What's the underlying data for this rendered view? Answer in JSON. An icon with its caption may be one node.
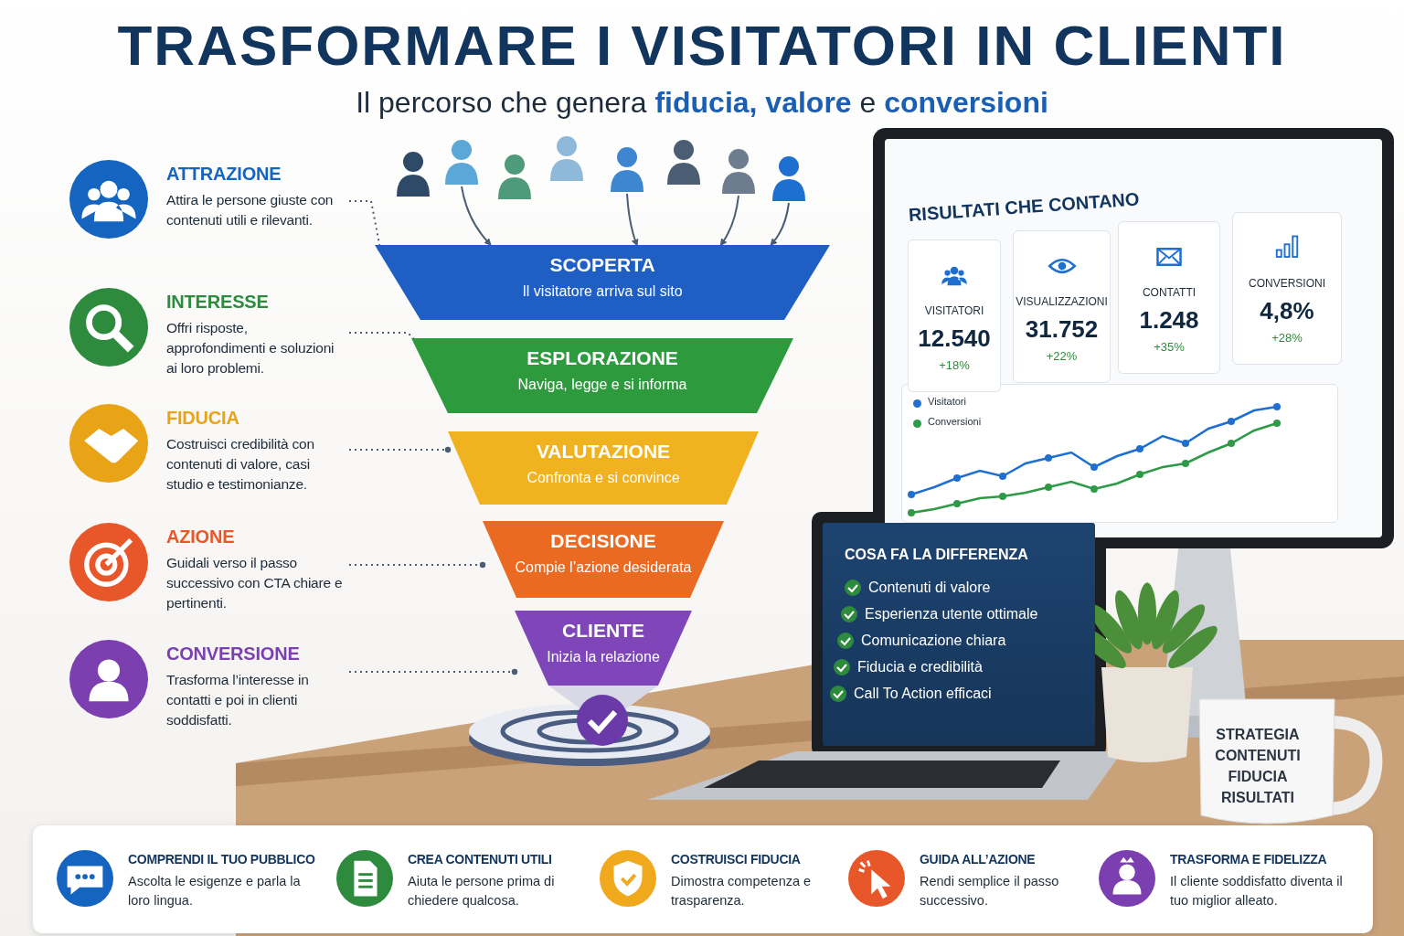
{
  "diagram": {
    "title": "TRASFORMARE I VISITATORI IN CLIENTI",
    "nodes": [
      {
        "text": [
          "ATTRAZIONE",
          "Attira le persone giuste con contenuti utili e rilevanti."
        ]
      },
      {
        "text": [
          "INTERESSE",
          "Offri risposte, approfondimenti e soluzioni ai loro problemi."
        ]
      },
      {
        "text": [
          "FIDUCIA",
          "Costruisci credibilità con contenuti di valore, casi studio e testimonianze."
        ]
      },
      {
        "text": [
          "AZIONE",
          "Guidali verso il passo successivo con CTA chiare e pertinenti."
        ]
      },
      {
        "text": [
          "CONVERSIONE",
          "Trasforma l’interesse in contatti e poi in clienti soddisfatti."
        ]
      },
      {
        "text": [
          "SCOPERTA",
          "Il visitatore arriva sul sito"
        ]
      },
      {
        "text": [
          "ESPLORAZIONE",
          "Naviga, legge e si informa"
        ]
      },
      {
        "text": [
          "VALUTAZIONE",
          "Confronta e si convince"
        ]
      },
      {
        "text": [
          "DECISIONE",
          "Compie l’azione desiderata"
        ]
      },
      {
        "text": [
          "CLIENTE",
          "Inizia la relazione"
        ]
      },
      {
        "text": [],
        "shape": "person"
      },
      {
        "text": [],
        "shape": "person"
      },
      {
        "text": [],
        "shape": "person"
      },
      {
        "text": [],
        "shape": "person"
      },
      {
        "text": [],
        "shape": "person"
      },
      {
        "text": [],
        "shape": "person"
      },
      {
        "text": [],
        "shape": "person"
      },
      {
        "text": [],
        "shape": "person"
      },
      {
        "text": [
          "RISULTATI CHE CONTANO"
        ]
      },
      {
        "text": [
          "VISITATORI",
          "12.540",
          "+18%"
        ],
        "in": 18
      },
      {
        "text": [
          "VISUALIZZAZIONI",
          "31.752",
          "+22%"
        ],
        "in": 18
      },
      {
        "text": [
          "CONTATTI",
          "1.248",
          "+35%"
        ],
        "in": 18
      },
      {
        "text": [
          "CONVERSIONI",
          "4,8%",
          "+28%"
        ],
        "in": 18
      },
      {
        "text": [
          "COSA FA LA DIFFERENZA"
        ]
      },
      {
        "text": [
          "COMPRENDI IL TUO PUBBLICO",
          "Ascolta le esigenze e parla la loro lingua."
        ]
      },
      {
        "text": [
          "CREA CONTENUTI UTILI",
          "Aiuta le persone prima di chiedere qualcosa."
        ]
      },
      {
        "text": [
          "COSTRUISCI FIDUCIA",
          "Dimostra competenza e trasparenza."
        ]
      },
      {
        "text": [
          "GUIDA ALL’AZIONE",
          "Rendi semplice il passo successivo."
        ]
      },
      {
        "text": [
          "TRASFORMA E FIDELIZZA",
          "Il cliente soddisfatto diventa il tuo miglior alleato."
        ]
      }
    ],
    "edges": [
      {
        "from": 0,
        "to": 5,
        "arrow": "other",
        "style": "dashed"
      },
      {
        "from": 1,
        "to": 6,
        "arrow": "other",
        "style": "dashed"
      },
      {
        "from": 2,
        "to": 7,
        "arrow": "other",
        "style": "dashed"
      },
      {
        "from": 3,
        "to": 8,
        "arrow": "other",
        "style": "dashed"
      },
      {
        "from": 4,
        "to": 9,
        "arrow": "other",
        "style": "dashed"
      },
      {
        "from": 11,
        "to": 5,
        "arrow": "to"
      },
      {
        "from": 14,
        "to": 5,
        "arrow": "to"
      },
      {
        "from": 16,
        "to": 5,
        "arrow": "to"
      },
      {
        "from": 17,
        "to": 5,
        "arrow": "to"
      }
    ],
    "labels": [
      "Il percorso che genera **fiducia, valore** e **conversioni**",
      "Contenuti di valore",
      "Esperienza utente ottimale",
      "Comunicazione chiara",
      "Fiducia e credibilità",
      "Call To Action efficaci",
      "STRATEGIA",
      "CONTENUTI",
      "FIDUCIA",
      "RISULTATI"
    ],
    "legend": [
      {
        "text": "Visitatori",
        "color": "#1f6fd1"
      },
      {
        "text": "Conversioni",
        "color": "#2e9a47"
      }
    ]
  }
}
